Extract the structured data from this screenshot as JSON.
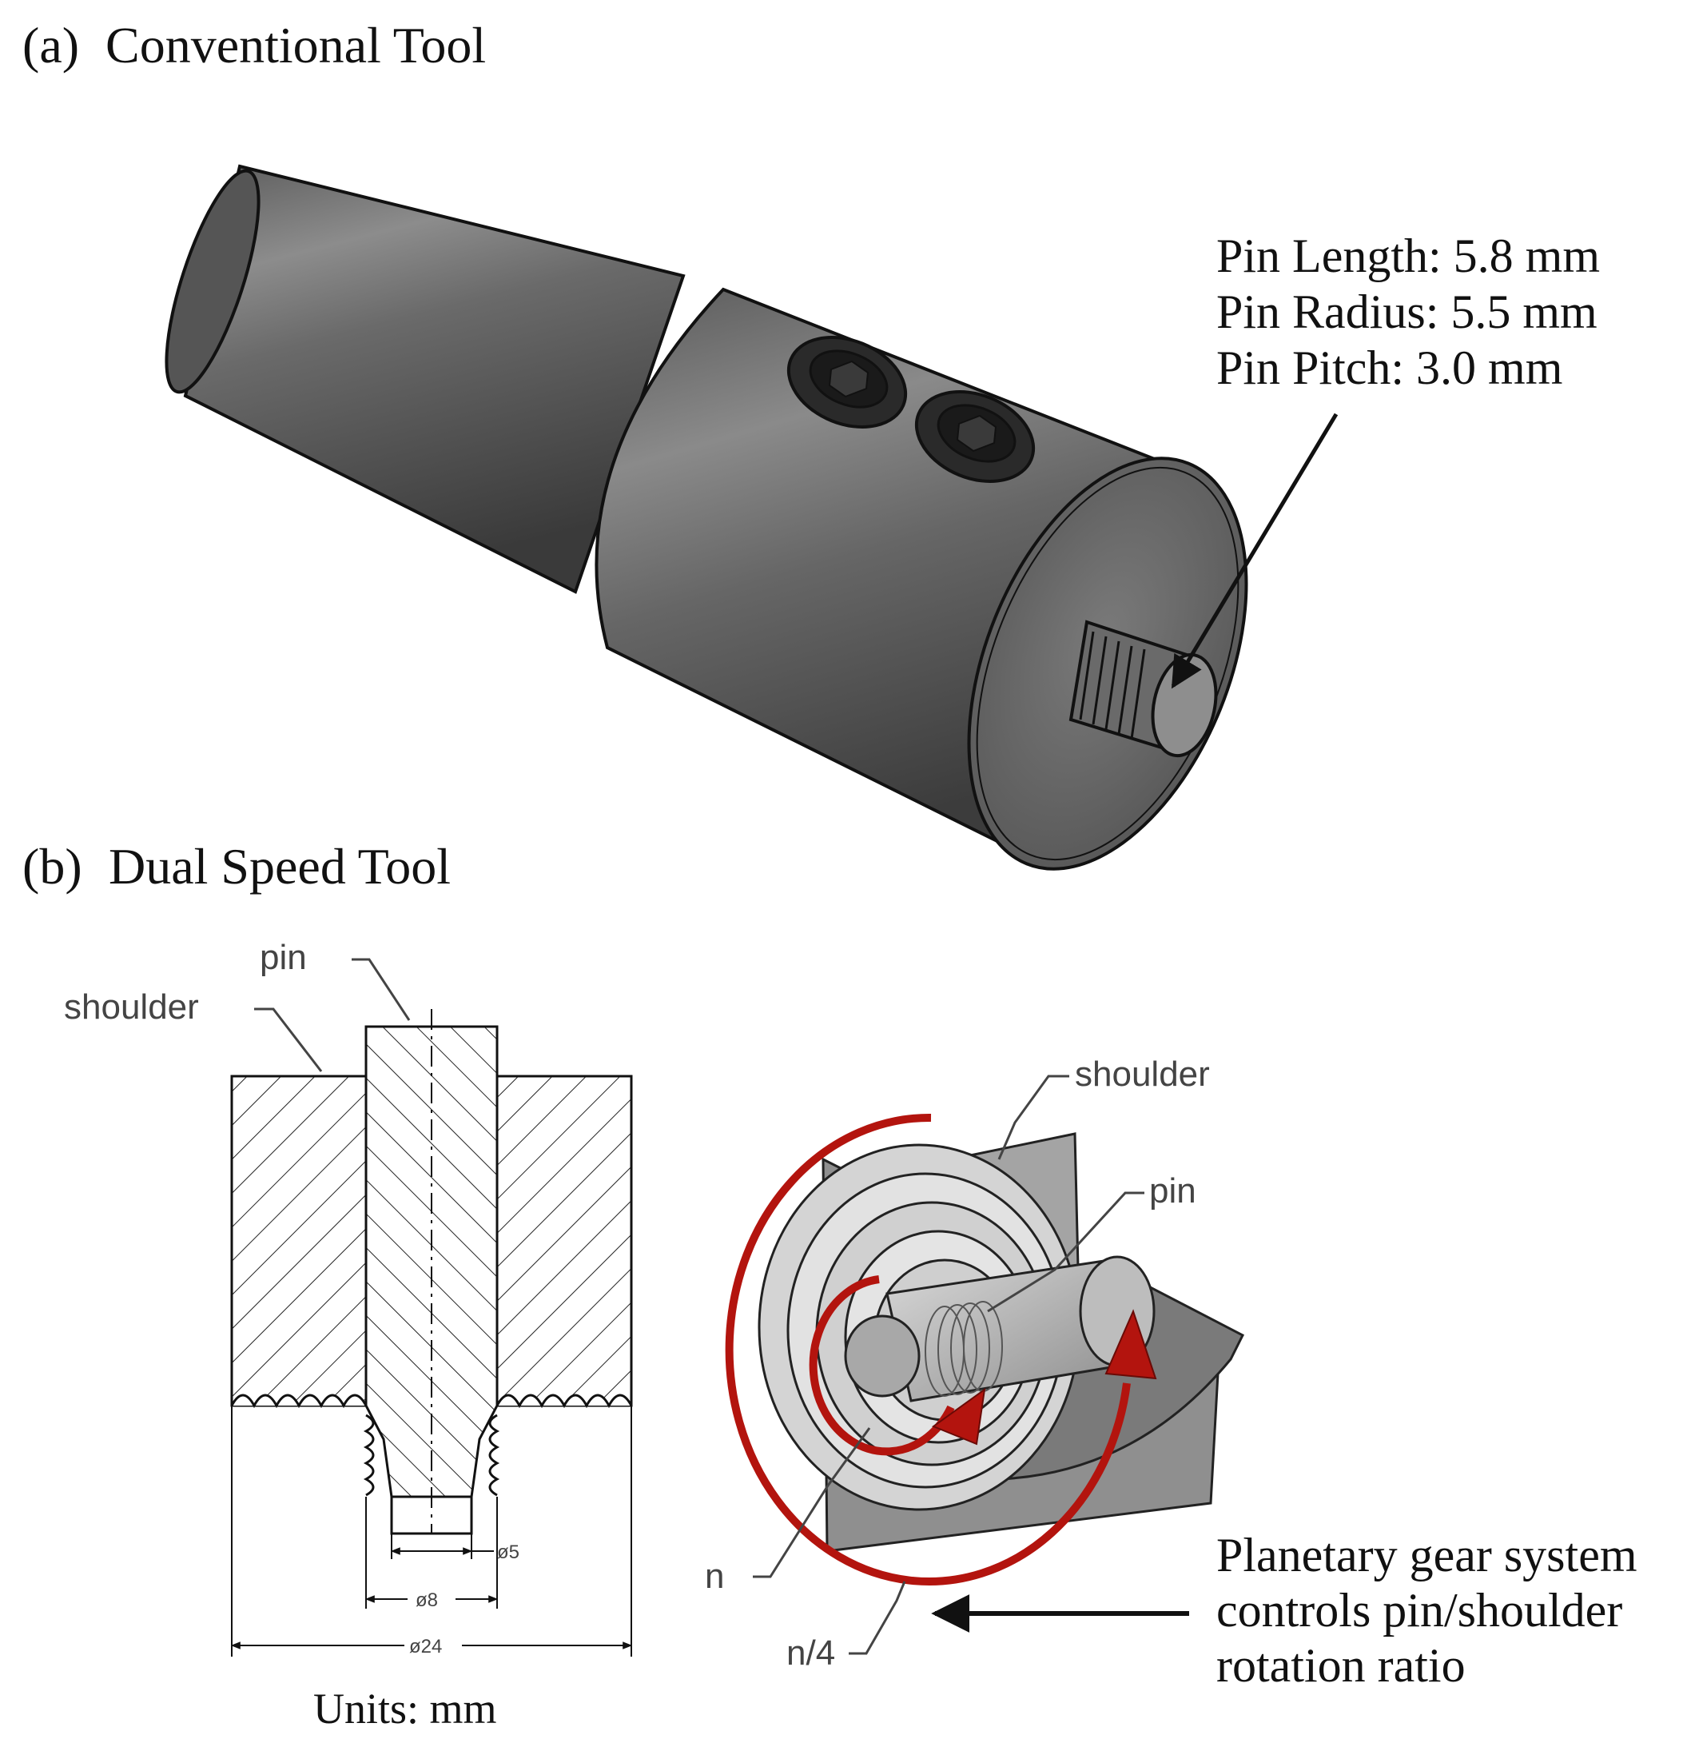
{
  "panel_a": {
    "letter": "(a)",
    "title": "Conventional Tool",
    "specs": {
      "pin_length": "Pin Length: 5.8 mm",
      "pin_radius": "Pin Radius: 5.5 mm",
      "pin_pitch": "Pin Pitch: 3.0 mm"
    }
  },
  "panel_b": {
    "letter": "(b)",
    "title": "Dual Speed Tool",
    "section_view": {
      "pin_label": "pin",
      "shoulder_label": "shoulder",
      "dim_pin_tip": "ø5",
      "dim_pin": "ø8",
      "dim_shoulder": "ø24",
      "units": "Units: mm"
    },
    "iso_view": {
      "shoulder_label": "shoulder",
      "pin_label": "pin",
      "pin_speed": "n",
      "shoulder_speed": "n/4"
    },
    "caption": {
      "line1": "Planetary gear system",
      "line2": "controls pin/shoulder",
      "line3": "rotation ratio"
    }
  },
  "colors": {
    "steel_dark": "#4a4a4a",
    "steel_light": "#9a9a9a",
    "arrow_red": "#b3140e",
    "line": "#111111"
  }
}
